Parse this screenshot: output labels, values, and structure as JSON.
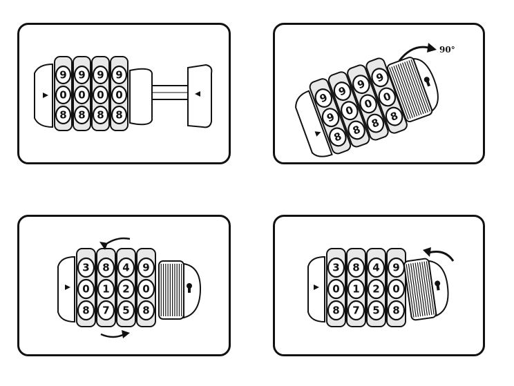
{
  "panels": [
    {
      "id": "step-1",
      "dials": [
        [
          "9",
          "9",
          "9",
          "9"
        ],
        [
          "0",
          "0",
          "0",
          "0"
        ],
        [
          "8",
          "8",
          "8",
          "8"
        ]
      ]
    },
    {
      "id": "step-2",
      "dials": [
        [
          "9",
          "9",
          "9",
          "9"
        ],
        [
          "9",
          "0",
          "0",
          "0"
        ],
        [
          "8",
          "8",
          "8",
          "8"
        ]
      ],
      "rotation_label": "90°"
    },
    {
      "id": "step-3",
      "dials": [
        [
          "3",
          "8",
          "4",
          "9"
        ],
        [
          "0",
          "1",
          "2",
          "0"
        ],
        [
          "8",
          "7",
          "5",
          "8"
        ]
      ]
    },
    {
      "id": "step-4",
      "dials": [
        [
          "3",
          "8",
          "4",
          "9"
        ],
        [
          "0",
          "1",
          "2",
          "0"
        ],
        [
          "8",
          "7",
          "5",
          "8"
        ]
      ]
    }
  ],
  "icons": [
    "position-arrow-icon",
    "rotate-arrow-icon",
    "keyhole-icon"
  ],
  "colors": {
    "ink": "#111111",
    "panel_border": "#111111",
    "background": "#ffffff"
  }
}
